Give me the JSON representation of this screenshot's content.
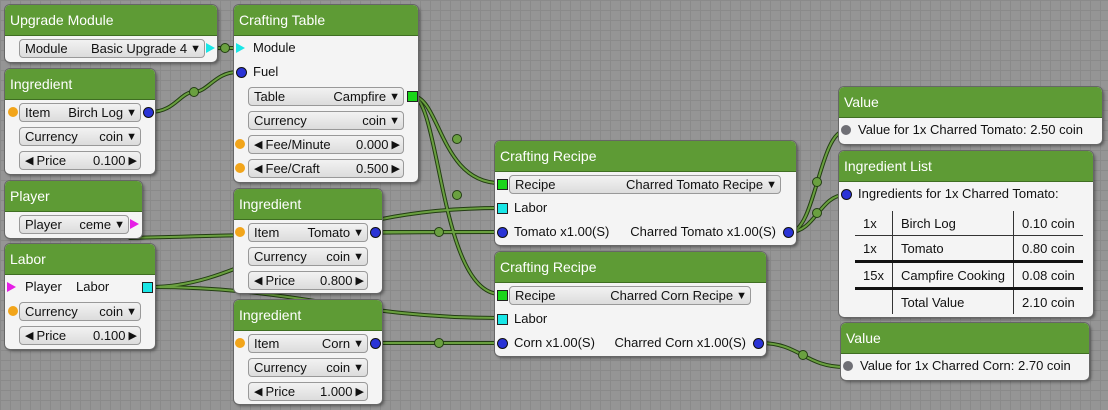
{
  "nodes": {
    "upgrade_module": {
      "title": "Upgrade Module",
      "field_label": "Module",
      "field_value": "Basic Upgrade 4"
    },
    "ingredient_birch": {
      "title": "Ingredient",
      "item_label": "Item",
      "item_value": "Birch Log",
      "currency_label": "Currency",
      "currency_value": "coin",
      "price_label": "Price",
      "price_value": "0.100"
    },
    "player": {
      "title": "Player",
      "field_label": "Player",
      "field_value": "ceme"
    },
    "labor": {
      "title": "Labor",
      "player_label": "Player",
      "player_value": "Labor",
      "currency_label": "Currency",
      "currency_value": "coin",
      "price_label": "Price",
      "price_value": "0.100"
    },
    "crafting_table": {
      "title": "Crafting Table",
      "module_label": "Module",
      "fuel_label": "Fuel",
      "table_label": "Table",
      "table_value": "Campfire",
      "currency_label": "Currency",
      "currency_value": "coin",
      "fee_minute_label": "Fee/Minute",
      "fee_minute_value": "0.000",
      "fee_craft_label": "Fee/Craft",
      "fee_craft_value": "0.500"
    },
    "ingredient_tomato": {
      "title": "Ingredient",
      "item_label": "Item",
      "item_value": "Tomato",
      "currency_label": "Currency",
      "currency_value": "coin",
      "price_label": "Price",
      "price_value": "0.800"
    },
    "ingredient_corn": {
      "title": "Ingredient",
      "item_label": "Item",
      "item_value": "Corn",
      "currency_label": "Currency",
      "currency_value": "coin",
      "price_label": "Price",
      "price_value": "1.000"
    },
    "recipe_tomato": {
      "title": "Crafting Recipe",
      "recipe_label": "Recipe",
      "recipe_value": "Charred Tomato Recipe",
      "labor_label": "Labor",
      "input_label": "Tomato x1.00(S)",
      "output_label": "Charred Tomato x1.00(S)"
    },
    "recipe_corn": {
      "title": "Crafting Recipe",
      "recipe_label": "Recipe",
      "recipe_value": "Charred Corn Recipe",
      "labor_label": "Labor",
      "input_label": "Corn x1.00(S)",
      "output_label": "Charred Corn x1.00(S)"
    },
    "value_tomato": {
      "title": "Value",
      "text": "Value for 1x Charred Tomato: 2.50 coin"
    },
    "ingredient_list": {
      "title": "Ingredient List",
      "header": "Ingredients for 1x Charred Tomato:",
      "rows": [
        {
          "qty": "1x",
          "name": "Birch Log",
          "cost": "0.10 coin"
        },
        {
          "qty": "1x",
          "name": "Tomato",
          "cost": "0.80 coin"
        },
        {
          "qty": "15x",
          "name": "Campfire Cooking",
          "cost": "0.08 coin"
        },
        {
          "qty": "",
          "name": "Total Value",
          "cost": "2.10 coin"
        }
      ]
    },
    "value_corn": {
      "title": "Value",
      "text": "Value for 1x Charred Corn: 2.70 coin"
    }
  },
  "icons": {
    "dropdown": "triangle-down",
    "decrement": "triangle-left",
    "increment": "triangle-right"
  },
  "colors": {
    "node_header": "#5e9b35",
    "wire": "#3d6b22",
    "socket_orange": "#f2a51a",
    "socket_blue": "#2a33d6",
    "socket_green": "#19d619",
    "socket_cyan": "#19e6e6",
    "socket_magenta": "#e61ee6"
  }
}
